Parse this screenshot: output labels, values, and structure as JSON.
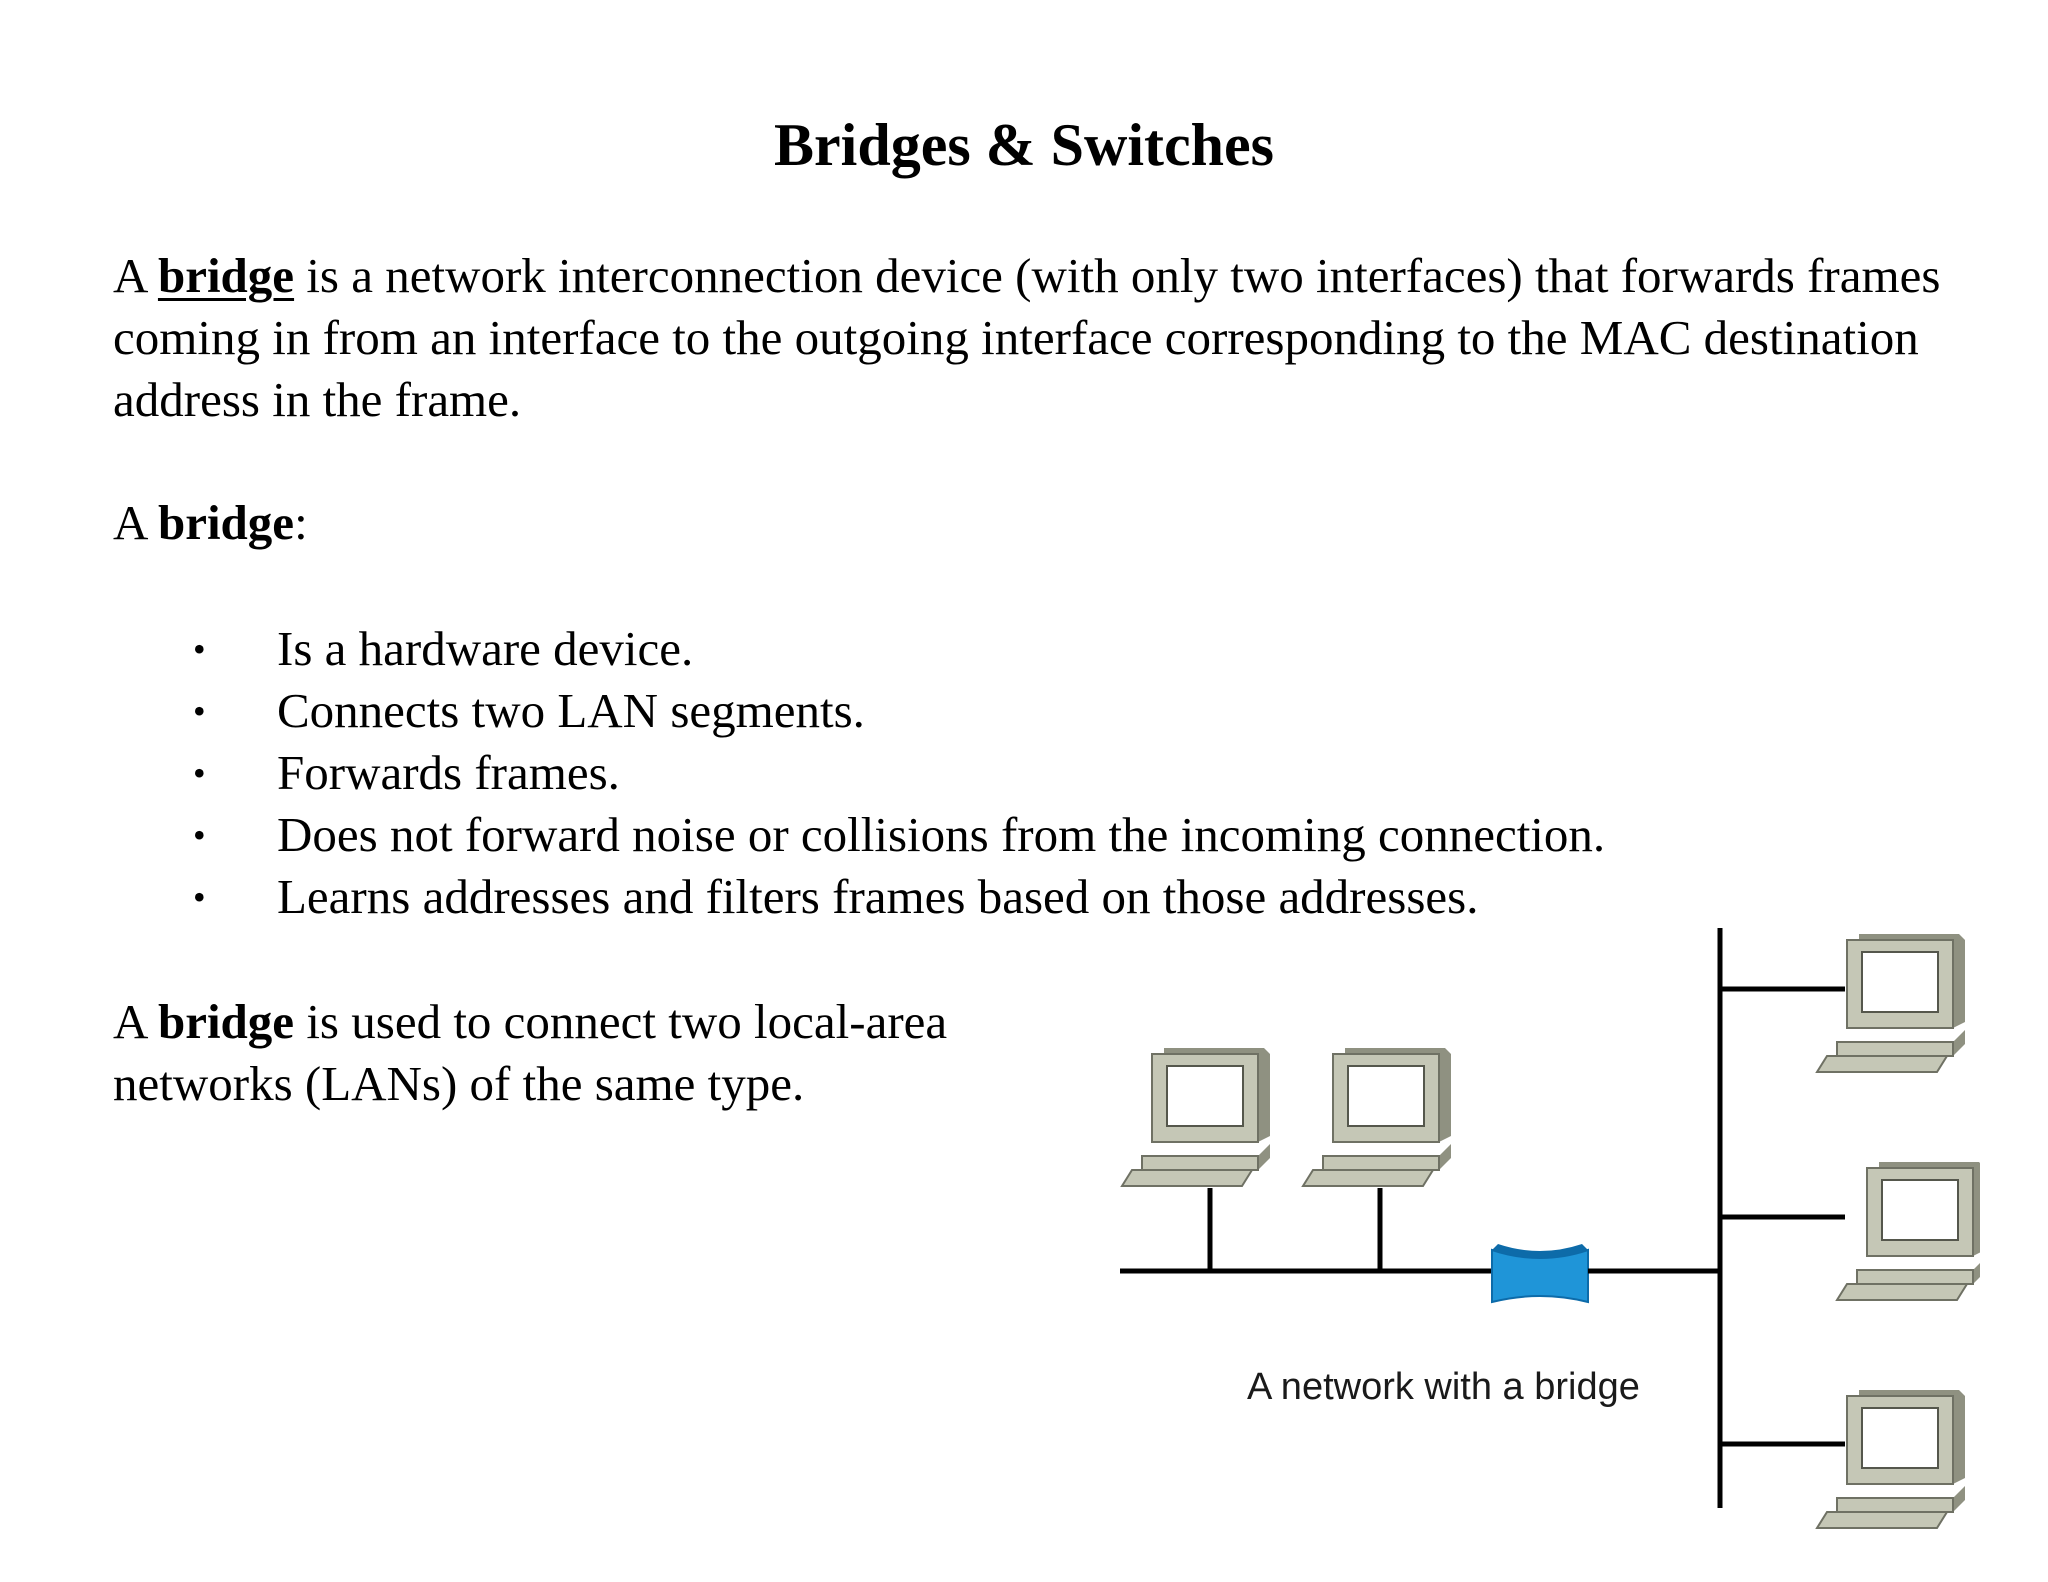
{
  "title": "Bridges & Switches",
  "paragraph1": {
    "part1": "A ",
    "term": "bridge",
    "part2": " is a network interconnection device (with only two interfaces) that forwards frames coming in from an interface to the outgoing interface corresponding to the MAC destination address in the frame."
  },
  "paragraph2": {
    "part1": "A ",
    "term": "bridge",
    "part2": ":"
  },
  "bullets": [
    "Is a hardware device.",
    "Connects two LAN segments.",
    "Forwards frames.",
    "Does not forward noise or collisions from the incoming connection.",
    "Learns addresses and filters frames based on those addresses."
  ],
  "bullet_symbol": "•",
  "paragraph4": {
    "part1": "A ",
    "term": "bridge",
    "part2": " is used to connect two local-area networks (LANs) of the same type."
  },
  "diagram": {
    "caption": "A network with a bridge",
    "icons": [
      "computer-icon",
      "bridge-icon"
    ],
    "colors": {
      "computer_body": "#c5c7b6",
      "computer_shadow": "#8f9181",
      "computer_screen": "#ffffff",
      "bridge": "#1f95d8",
      "bridge_dark": "#0d6ba9",
      "line": "#000000"
    }
  }
}
